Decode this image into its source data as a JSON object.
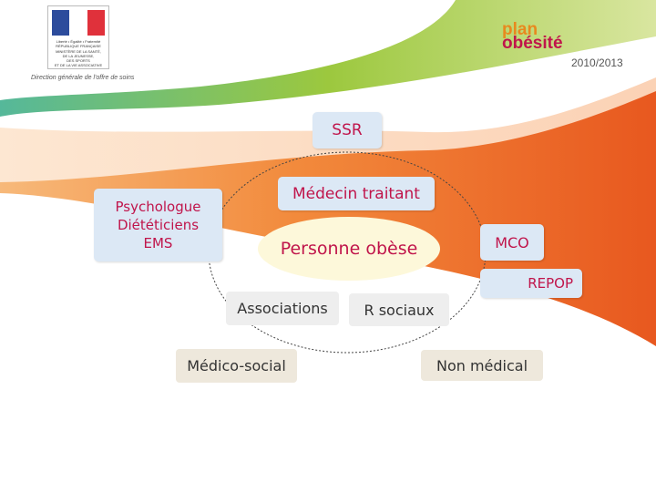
{
  "header": {
    "republic_text": "Liberté • Égalité • Fraternité\nRÉPUBLIQUE FRANÇAISE",
    "ministry_text": "MINISTÈRE DE LA SANTÉ,\nDE LA JEUNESSE,\nDES SPORTS\nET DE LA VIE ASSOCIATIVE",
    "directorate": "Direction générale de l'offre de soins",
    "plan_word": "plan",
    "obesite_word": "obésité",
    "years": "2010/2013"
  },
  "colors": {
    "accent": "#c0154b",
    "orange": "#ef7d2a",
    "green": "#8cbf3f",
    "box_blue": "#dce8f5"
  },
  "diagram": {
    "center": "Personne obèse",
    "nodes": {
      "ssr": "SSR",
      "medecin": "Médecin traitant",
      "psychologue": "Psychologue\nDiététiciens\nEMS",
      "mco": "MCO",
      "repop": "REPOP",
      "associations": "Associations",
      "r_sociaux": "R sociaux",
      "medico_social": "Médico-social",
      "non_medical": "Non médical"
    }
  }
}
